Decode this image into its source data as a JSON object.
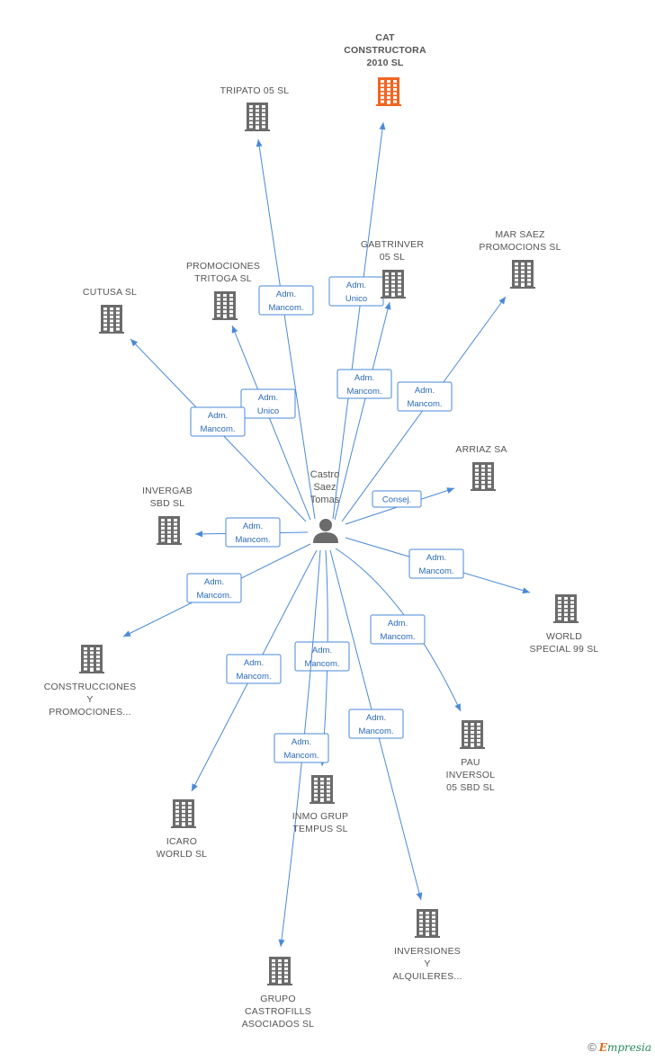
{
  "person": {
    "name_lines": [
      "Castro",
      "Saez",
      "Tomas"
    ],
    "icon": "person-icon"
  },
  "colors": {
    "building": "#6b6b6b",
    "highlight": "#f26522",
    "edge": "#4a8ad8",
    "edge_text": "#2a6ab8"
  },
  "companies": [
    {
      "id": "cat",
      "label_lines": [
        "CAT",
        "CONSTRUCTORA",
        "2010  SL"
      ],
      "highlight": true,
      "icon": "building-icon"
    },
    {
      "id": "tripato",
      "label_lines": [
        "TRIPATO 05 SL"
      ],
      "icon": "building-icon"
    },
    {
      "id": "gabtrinver",
      "label_lines": [
        "GABTRINVER",
        "05 SL"
      ],
      "icon": "building-icon"
    },
    {
      "id": "marsaez",
      "label_lines": [
        "MAR SAEZ",
        "PROMOCIONS SL"
      ],
      "icon": "building-icon"
    },
    {
      "id": "tritoga",
      "label_lines": [
        "PROMOCIONES",
        "TRITOGA SL"
      ],
      "icon": "building-icon"
    },
    {
      "id": "cutusa",
      "label_lines": [
        "CUTUSA SL"
      ],
      "icon": "building-icon"
    },
    {
      "id": "arriaz",
      "label_lines": [
        "ARRIAZ SA"
      ],
      "icon": "building-icon"
    },
    {
      "id": "invergab",
      "label_lines": [
        "INVERGAB",
        "SBD SL"
      ],
      "icon": "building-icon"
    },
    {
      "id": "world99",
      "label_lines": [
        "WORLD",
        "SPECIAL 99 SL"
      ],
      "icon": "building-icon"
    },
    {
      "id": "construcciones",
      "label_lines": [
        "CONSTRUCCIONES",
        "Y",
        "PROMOCIONES..."
      ],
      "icon": "building-icon"
    },
    {
      "id": "pau",
      "label_lines": [
        "PAU",
        "INVERSOL",
        "05 SBD SL"
      ],
      "icon": "building-icon"
    },
    {
      "id": "inmogrup",
      "label_lines": [
        "INMO GRUP",
        "TEMPUS SL"
      ],
      "icon": "building-icon"
    },
    {
      "id": "icaro",
      "label_lines": [
        "ICARO",
        "WORLD SL"
      ],
      "icon": "building-icon"
    },
    {
      "id": "inversiones",
      "label_lines": [
        "INVERSIONES",
        "Y",
        "ALQUILERES..."
      ],
      "icon": "building-icon"
    },
    {
      "id": "grupo",
      "label_lines": [
        "GRUPO",
        "CASTROFILLS",
        "ASOCIADOS SL"
      ],
      "icon": "building-icon"
    }
  ],
  "edges": [
    {
      "to": "cat",
      "label_lines": [
        "Adm.",
        "Unico"
      ]
    },
    {
      "to": "tripato",
      "label_lines": [
        "Adm.",
        "Mancom."
      ]
    },
    {
      "to": "gabtrinver",
      "label_lines": [
        "Adm.",
        "Mancom."
      ]
    },
    {
      "to": "marsaez",
      "label_lines": [
        "Adm.",
        "Mancom."
      ]
    },
    {
      "to": "tritoga",
      "label_lines": [
        "Adm.",
        "Unico"
      ]
    },
    {
      "to": "cutusa",
      "label_lines": [
        "Adm.",
        "Mancom."
      ]
    },
    {
      "to": "arriaz",
      "label_lines": [
        "Consej."
      ]
    },
    {
      "to": "invergab",
      "label_lines": [
        "Adm.",
        "Mancom."
      ]
    },
    {
      "to": "world99",
      "label_lines": [
        "Adm.",
        "Mancom."
      ]
    },
    {
      "to": "construcciones",
      "label_lines": [
        "Adm.",
        "Mancom."
      ]
    },
    {
      "to": "pau",
      "label_lines": [
        "Adm.",
        "Mancom."
      ]
    },
    {
      "to": "inmogrup",
      "label_lines": [
        "Adm.",
        "Mancom."
      ]
    },
    {
      "to": "icaro",
      "label_lines": [
        "Adm.",
        "Mancom."
      ]
    },
    {
      "to": "inversiones",
      "label_lines": [
        "Adm.",
        "Mancom."
      ]
    },
    {
      "to": "grupo",
      "label_lines": [
        "Adm.",
        "Mancom."
      ]
    }
  ],
  "watermark": {
    "copyright": "©",
    "brand_first": "E",
    "brand_rest": "mpresia"
  }
}
